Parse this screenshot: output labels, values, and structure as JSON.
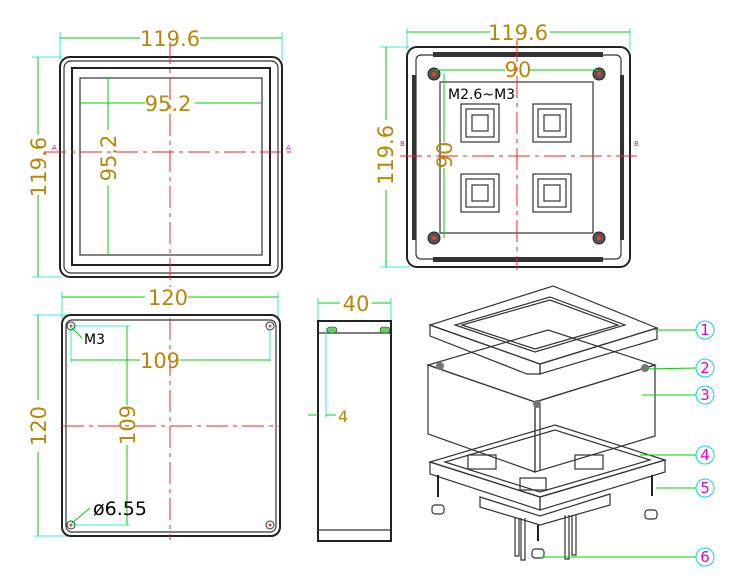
{
  "top_view": {
    "width_dim": "119.6",
    "height_dim": "119.6",
    "window_width_dim": "95.2",
    "window_height_dim": "95.2",
    "section_mark_left": "A",
    "section_mark_right": "A"
  },
  "bottom_view": {
    "width_dim": "119.6",
    "height_dim": "119.6",
    "hole_spacing_h": "90",
    "hole_spacing_v": "90",
    "screw_note": "M2.6~M3",
    "section_mark_left": "B",
    "section_mark_right": "B"
  },
  "base_view": {
    "width_dim": "120",
    "height_dim": "120",
    "hole_spacing_h": "109",
    "hole_spacing_v": "109",
    "thread_note": "M3",
    "diameter_note": "ø6.55"
  },
  "side_view": {
    "depth_dim": "40",
    "offset_dim": "4"
  },
  "exploded_view": {
    "balloons": [
      "1",
      "2",
      "3",
      "4",
      "5",
      "6"
    ]
  },
  "colors": {
    "dimension_text": "#b8860b",
    "dimension_line": "#00d000",
    "center_line": "#ff2020",
    "balloon_outline": "#00d8e8",
    "balloon_text": "#e000e0"
  }
}
